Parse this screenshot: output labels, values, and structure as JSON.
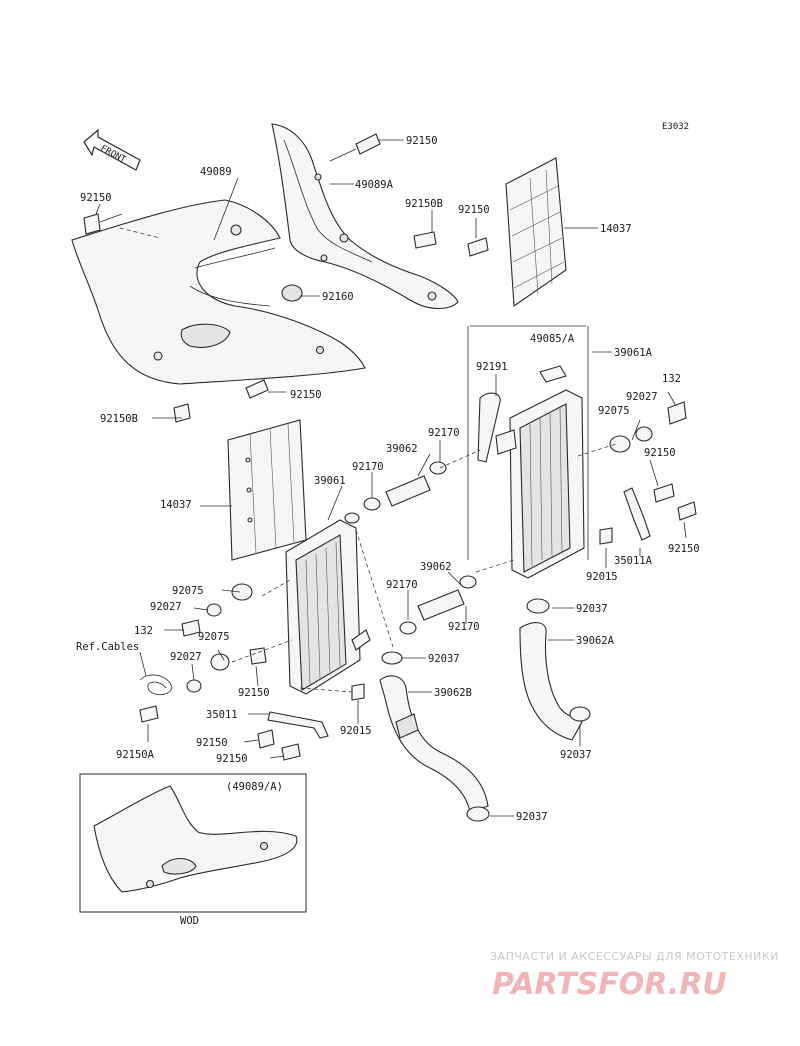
{
  "diagram_code": "E3032",
  "front_label": "FRONT",
  "inset": {
    "title": "(49089/A)",
    "caption": "WOD"
  },
  "watermark": {
    "line1": "ЗАПЧАСТИ И АКСЕССУАРЫ ДЛЯ МОТОТЕХНИКИ",
    "line2": "PARTSFOR.RU"
  },
  "part_numbers": {
    "p92150_a": "92150",
    "p92150_b": "92150",
    "p92150_c": "92150",
    "p92150_d": "92150",
    "p92150_e": "92150",
    "p92150_f": "92150",
    "p92150_g": "92150",
    "p92150_h": "92150",
    "p92150_i": "92150",
    "p49089": "49089",
    "p49089a": "49089A",
    "p92150b_a": "92150B",
    "p92150b_b": "92150B",
    "p92150a": "92150A",
    "p14037_a": "14037",
    "p14037_b": "14037",
    "p92160": "92160",
    "p49085a": "49085/A",
    "p39061a": "39061A",
    "p92191": "92191",
    "p92170_a": "92170",
    "p92170_b": "92170",
    "p92170_c": "92170",
    "p92170_d": "92170",
    "p39062_a": "39062",
    "p39062_b": "39062",
    "p39061": "39061",
    "p132_a": "132",
    "p132_b": "132",
    "p92027_a": "92027",
    "p92027_b": "92027",
    "p92027_c": "92027",
    "p92075_a": "92075",
    "p92075_b": "92075",
    "p92075_c": "92075",
    "p35011a": "35011A",
    "p35011": "35011",
    "p92015_a": "92015",
    "p92015_b": "92015",
    "p92037_a": "92037",
    "p92037_b": "92037",
    "p92037_c": "92037",
    "p92037_d": "92037",
    "p39062a": "39062A",
    "p39062b": "39062B",
    "ref_cables": "Ref.Cables"
  }
}
